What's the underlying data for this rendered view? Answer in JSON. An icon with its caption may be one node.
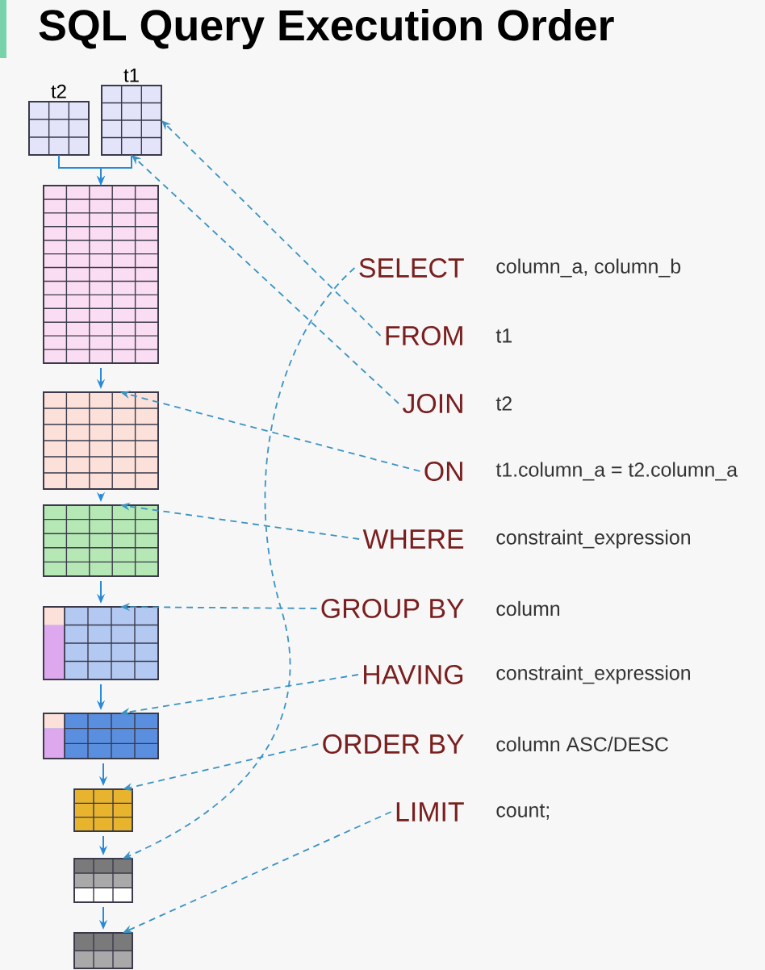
{
  "diagram": {
    "title": "SQL Query Execution Order",
    "nodes": [
      {
        "text": [
          "t2"
        ]
      },
      {
        "text": [
          "t1"
        ]
      },
      {
        "text": [],
        "shape": "table"
      },
      {
        "text": [],
        "shape": "table"
      },
      {
        "text": [],
        "shape": "table"
      },
      {
        "text": [],
        "shape": "table"
      },
      {
        "text": [],
        "shape": "table"
      },
      {
        "text": [],
        "shape": "table"
      },
      {
        "text": [],
        "shape": "table"
      },
      {
        "text": [],
        "shape": "table"
      },
      {
        "text": [
          "SELECT"
        ],
        "beside": [
          "column_a, column_b"
        ]
      },
      {
        "text": [
          "FROM"
        ],
        "beside": [
          "t1"
        ]
      },
      {
        "text": [
          "JOIN"
        ],
        "beside": [
          "t2"
        ]
      },
      {
        "text": [
          "ON"
        ],
        "beside": [
          "t1.column_a = t2.column_a"
        ]
      },
      {
        "text": [
          "WHERE"
        ],
        "beside": [
          "constraint_expression"
        ]
      },
      {
        "text": [
          "GROUP BY"
        ],
        "beside": [
          "column"
        ]
      },
      {
        "text": [
          "HAVING"
        ],
        "beside": [
          "constraint_expression"
        ]
      },
      {
        "text": [
          "ORDER BY"
        ],
        "beside": [
          "column ASC/DESC"
        ]
      },
      {
        "text": [
          "LIMIT"
        ],
        "beside": [
          "count;"
        ]
      }
    ],
    "edges": [
      {
        "from": 0,
        "to": 2,
        "arrow": "to"
      },
      {
        "from": 1,
        "to": 2,
        "arrow": "to"
      },
      {
        "from": 2,
        "to": 3,
        "arrow": "to"
      },
      {
        "from": 3,
        "to": 4,
        "arrow": "to"
      },
      {
        "from": 4,
        "to": 5,
        "arrow": "to"
      },
      {
        "from": 5,
        "to": 6,
        "arrow": "to"
      },
      {
        "from": 6,
        "to": 7,
        "arrow": "to"
      },
      {
        "from": 7,
        "to": 8,
        "arrow": "to"
      },
      {
        "from": 8,
        "to": 9,
        "arrow": "to"
      },
      {
        "from": 11,
        "to": 1,
        "arrow": "to",
        "style": "dashed"
      },
      {
        "from": 12,
        "to": 1,
        "arrow": "to",
        "style": "dashed"
      },
      {
        "from": 13,
        "to": 3,
        "arrow": "to",
        "style": "dashed"
      },
      {
        "from": 14,
        "to": 4,
        "arrow": "to",
        "style": "dashed"
      },
      {
        "from": 15,
        "to": 5,
        "arrow": "to",
        "style": "dashed"
      },
      {
        "from": 16,
        "to": 6,
        "arrow": "to",
        "style": "dashed"
      },
      {
        "from": 17,
        "to": 7,
        "arrow": "to",
        "style": "dashed"
      },
      {
        "from": 10,
        "to": 8,
        "arrow": "to",
        "style": "dashed"
      },
      {
        "from": 18,
        "to": 9,
        "arrow": "to",
        "style": "dashed"
      }
    ]
  }
}
